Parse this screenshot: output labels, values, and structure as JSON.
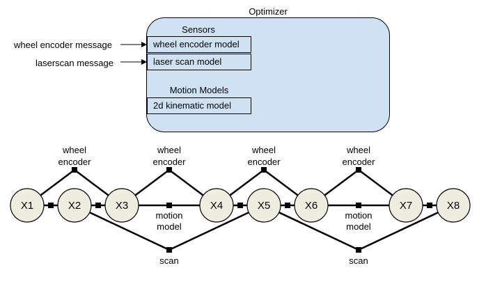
{
  "optimizer": {
    "title": "Optimizer",
    "sensors_heading": "Sensors",
    "motion_heading": "Motion Models",
    "models": {
      "wheel": "wheel encoder model",
      "laser": "laser scan model",
      "kinematic": "2d kinematic model"
    }
  },
  "inputs": {
    "wheel_message": "wheel encoder message",
    "laser_message": "laserscan message"
  },
  "graph": {
    "nodes": [
      "X1",
      "X2",
      "X3",
      "X4",
      "X5",
      "X6",
      "X7",
      "X8"
    ],
    "labels": {
      "wheel_line1": "wheel",
      "wheel_line2": "encoder",
      "motion_line1": "motion",
      "motion_line2": "model",
      "scan": "scan"
    }
  },
  "colors": {
    "optimizer_fill": "#cfe2f3",
    "node_fill": "#efece0"
  }
}
